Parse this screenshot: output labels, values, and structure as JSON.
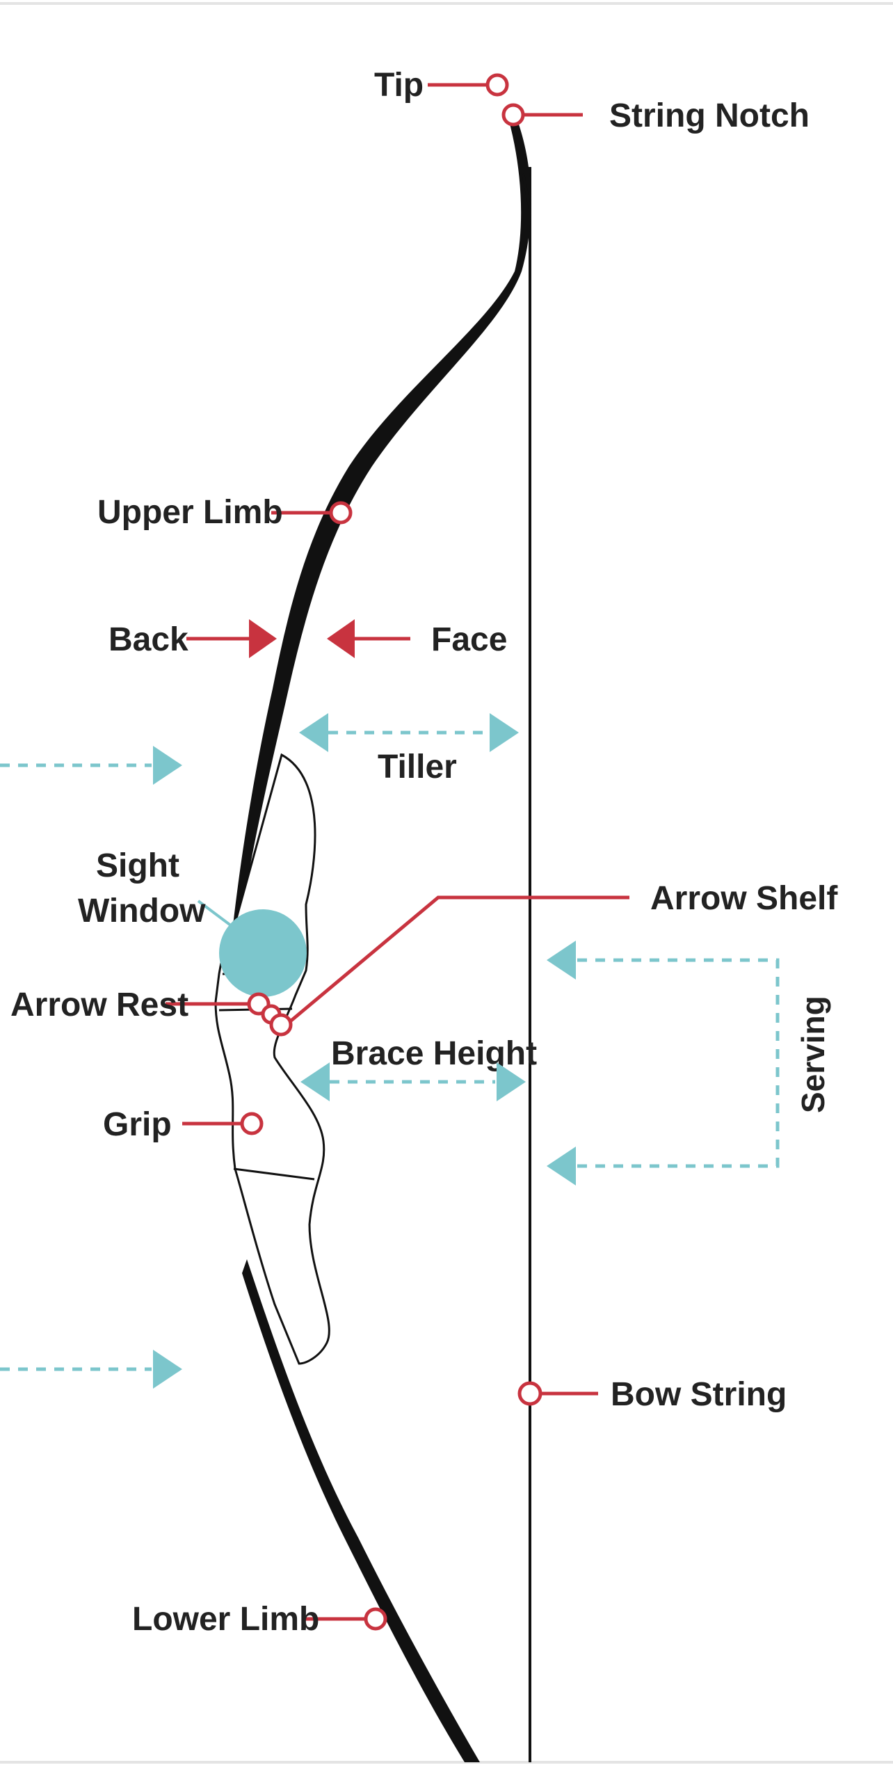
{
  "colors": {
    "red": "#c8333f",
    "teal": "#7cc6cc",
    "ink": "#111111",
    "frame": "#e4e4e4"
  },
  "labels": {
    "tip": "Tip",
    "string_notch": "String Notch",
    "upper_limb": "Upper Limb",
    "back": "Back",
    "face": "Face",
    "tiller": "Tiller",
    "sight_window_line1": "Sight",
    "sight_window_line2": "Window",
    "arrow_shelf": "Arrow Shelf",
    "arrow_rest": "Arrow Rest",
    "brace_height": "Brace Height",
    "serving": "Serving",
    "grip": "Grip",
    "bow_string": "Bow String",
    "lower_limb": "Lower Limb"
  }
}
